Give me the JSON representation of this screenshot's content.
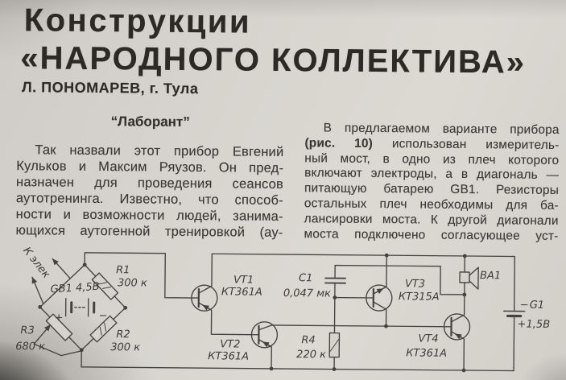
{
  "header": {
    "title_line1": "Конструкции",
    "title_line2": "«НАРОДНОГО КОЛЛЕКТИВА»",
    "byline": "Л. ПОНОМАРЕВ, г. Тула"
  },
  "article": {
    "section_heading": "“Лаборант”",
    "left_column_lines": [
      "Так назвали этот прибор Евгений",
      "Кульков и Максим Ряузов. Он пред-",
      "назначен для проведения сеансов",
      "аутотренинга. Известно, что способ-",
      "ности и возможности людей, занима-",
      "ющихся аутогенной тренировкой (ау-"
    ],
    "right_column_lines": [
      "В предлагаемом варианте прибора",
      "(рис. 10) использован измеритель-",
      "ный мост, в одно из плеч которого",
      "включают электроды, а в диагональ —",
      "питающую батарею GB1. Резисторы",
      "остальных плеч необходимы для ба-",
      "лансировки моста. К другой диагонали",
      "моста подключено согласующее уст-"
    ],
    "right_column_bold_fragment": "(рис. 10)"
  },
  "schematic": {
    "figure_labels": {
      "electrodes": "К элек",
      "gb1": "GB1 4,5В",
      "gb1_plus": "+",
      "gb1_minus": "−",
      "r1_name": "R1",
      "r1_value": "300 к",
      "r2_name": "R2",
      "r2_value": "300 к",
      "r3_name": "R3",
      "r3_value": "680 к",
      "r4_name": "R4",
      "r4_value": "220 к",
      "c1_name": "C1",
      "c1_value": "0,047 мк",
      "vt1_name": "VT1",
      "vt1_type": "КТ361А",
      "vt2_name": "VT2",
      "vt2_type": "КТ361А",
      "vt3_name": "VT3",
      "vt3_type": "КТ315А",
      "vt4_name": "VT4",
      "vt4_type": "КТ361А",
      "ba1": "BA1",
      "g1_minus": "−",
      "g1_name": "G1",
      "g1_plus": "+",
      "g1_value": "1,5В"
    },
    "colors": {
      "ink": "#45423d",
      "paper": "#d6d3cd"
    }
  }
}
